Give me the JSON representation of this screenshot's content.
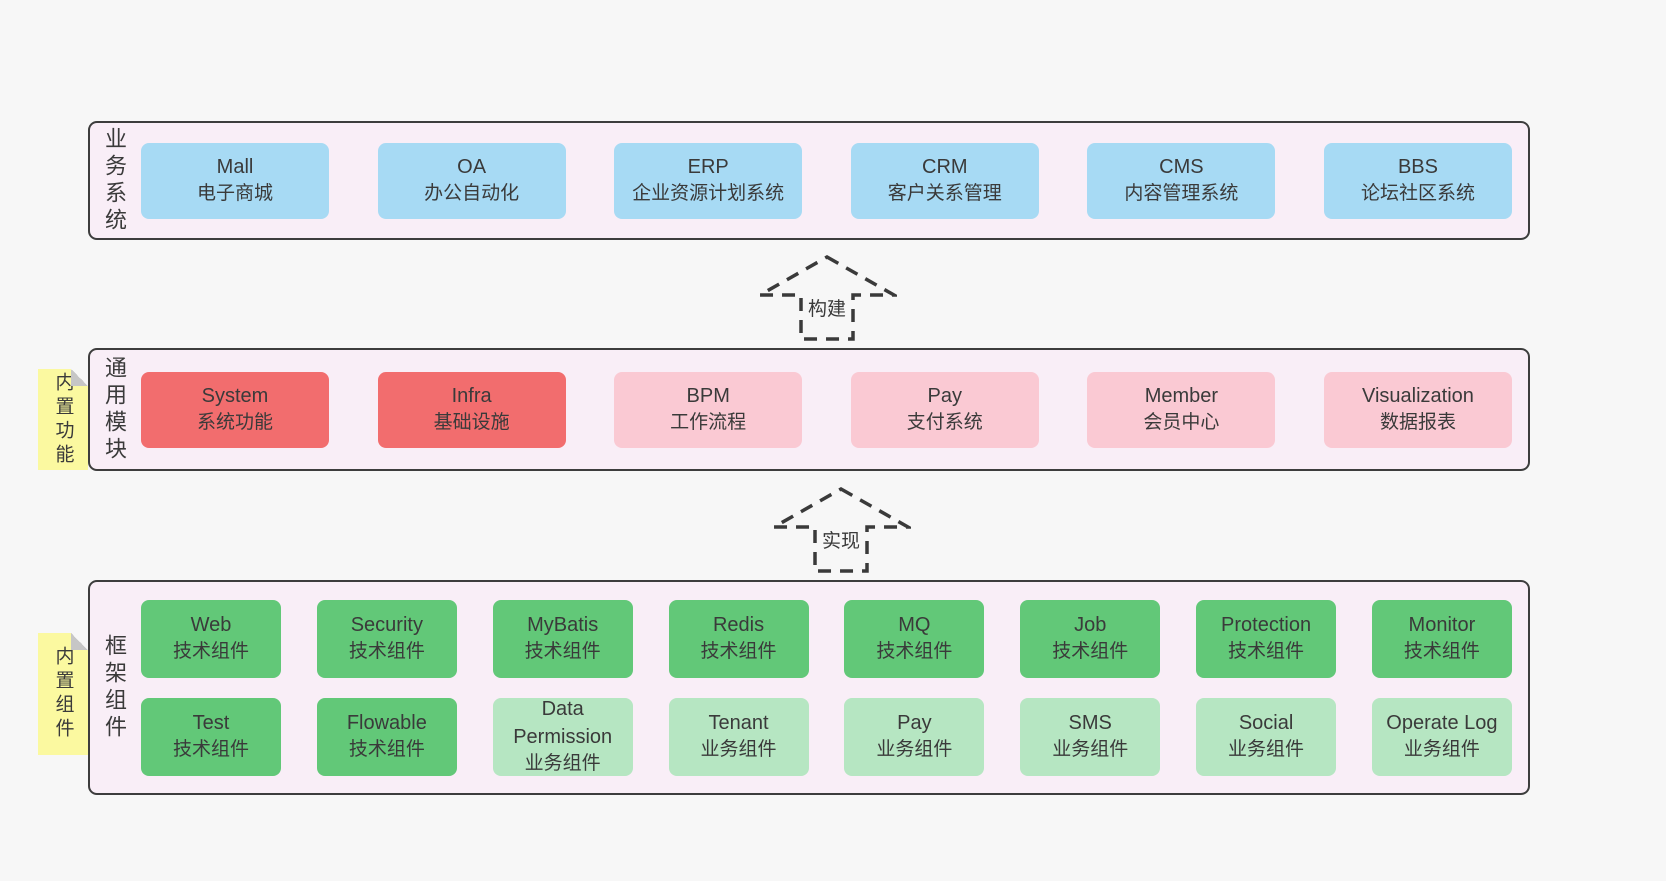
{
  "diagram": {
    "arrows": [
      {
        "label": "构建"
      },
      {
        "label": "实现"
      }
    ],
    "layers": [
      {
        "title": "业务系统",
        "boxes": [
          {
            "name": "Mall",
            "desc": "电子商城",
            "type": "blue"
          },
          {
            "name": "OA",
            "desc": "办公自动化",
            "type": "blue"
          },
          {
            "name": "ERP",
            "desc": "企业资源计划系统",
            "type": "blue"
          },
          {
            "name": "CRM",
            "desc": "客户关系管理",
            "type": "blue"
          },
          {
            "name": "CMS",
            "desc": "内容管理系统",
            "type": "blue"
          },
          {
            "name": "BBS",
            "desc": "论坛社区系统",
            "type": "blue"
          }
        ]
      },
      {
        "title": "通用模块",
        "note": "内置功能",
        "boxes": [
          {
            "name": "System",
            "desc": "系统功能",
            "type": "red"
          },
          {
            "name": "Infra",
            "desc": "基础设施",
            "type": "red"
          },
          {
            "name": "BPM",
            "desc": "工作流程",
            "type": "pink"
          },
          {
            "name": "Pay",
            "desc": "支付系统",
            "type": "pink"
          },
          {
            "name": "Member",
            "desc": "会员中心",
            "type": "pink"
          },
          {
            "name": "Visualization",
            "desc": "数据报表",
            "type": "pink"
          }
        ]
      },
      {
        "title": "框架组件",
        "note": "内置组件",
        "rows": [
          [
            {
              "name": "Web",
              "desc": "技术组件",
              "type": "green"
            },
            {
              "name": "Security",
              "desc": "技术组件",
              "type": "green"
            },
            {
              "name": "MyBatis",
              "desc": "技术组件",
              "type": "green"
            },
            {
              "name": "Redis",
              "desc": "技术组件",
              "type": "green"
            },
            {
              "name": "MQ",
              "desc": "技术组件",
              "type": "green"
            },
            {
              "name": "Job",
              "desc": "技术组件",
              "type": "green"
            },
            {
              "name": "Protection",
              "desc": "技术组件",
              "type": "green"
            },
            {
              "name": "Monitor",
              "desc": "技术组件",
              "type": "green"
            }
          ],
          [
            {
              "name": "Test",
              "desc": "技术组件",
              "type": "green"
            },
            {
              "name": "Flowable",
              "desc": "技术组件",
              "type": "green"
            },
            {
              "name": "Data Permission",
              "desc": "业务组件",
              "type": "lightgreen"
            },
            {
              "name": "Tenant",
              "desc": "业务组件",
              "type": "lightgreen"
            },
            {
              "name": "Pay",
              "desc": "业务组件",
              "type": "lightgreen"
            },
            {
              "name": "SMS",
              "desc": "业务组件",
              "type": "lightgreen"
            },
            {
              "name": "Social",
              "desc": "业务组件",
              "type": "lightgreen"
            },
            {
              "name": "Operate Log",
              "desc": "业务组件",
              "type": "lightgreen"
            }
          ]
        ]
      }
    ],
    "colors": {
      "page_bg": "#f7f7f7",
      "layer_bg": "#f9eef7",
      "border": "#3d3d3d",
      "business_box": "#a7daf4",
      "core_module_box": "#f26d6e",
      "optional_module_box": "#fac9d3",
      "tech_component_box": "#62c878",
      "biz_component_box": "#b6e6c2",
      "note_bg": "#fbf9a0",
      "text": "#3a3a3a"
    }
  }
}
